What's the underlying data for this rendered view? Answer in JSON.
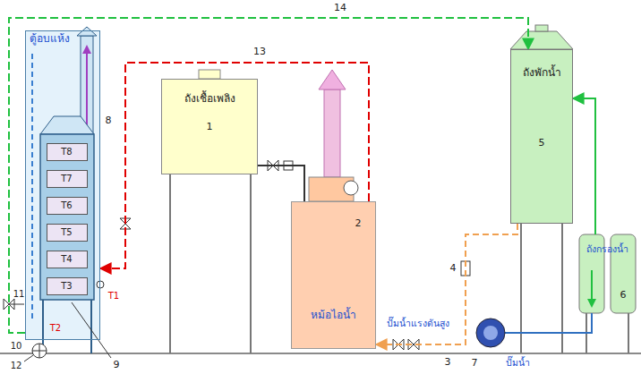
{
  "diagram": {
    "nodes": [
      {
        "text": [
          "ตู้อบแห้ง"
        ]
      },
      {
        "text": [
          "T8"
        ],
        "in": 0
      },
      {
        "text": [
          "T7"
        ],
        "in": 0
      },
      {
        "text": [
          "T6"
        ],
        "in": 0
      },
      {
        "text": [
          "T5"
        ],
        "in": 0
      },
      {
        "text": [
          "T4"
        ],
        "in": 0
      },
      {
        "text": [
          "T3"
        ],
        "in": 0
      },
      {
        "text": [
          "ถังเชื้อเพลิง"
        ]
      },
      {
        "text": [
          "หม้อไอน้ำ"
        ]
      },
      {
        "text": [
          "ถังพักน้ำ"
        ]
      },
      {
        "text": [
          "ถังกรองน้ำ"
        ]
      }
    ],
    "edges": [
      {
        "from": 7,
        "to": 8,
        "arrow": "none"
      },
      {
        "from": 8,
        "to": 0,
        "arrow": "to"
      },
      {
        "from": 0,
        "to": 9,
        "arrow": "to"
      },
      {
        "from": 9,
        "to": 8,
        "arrow": "to"
      },
      {
        "from": 10,
        "to": 9,
        "arrow": "to"
      }
    ],
    "labels": [
      "1",
      "2",
      "3",
      "4",
      "5",
      "6",
      "7",
      "8",
      "9",
      "10",
      "11",
      "12",
      "13",
      "14",
      "T1",
      "T2",
      "ปั๊มน้ำแรงดันสูง",
      "ปั๊มน้ำ"
    ]
  }
}
